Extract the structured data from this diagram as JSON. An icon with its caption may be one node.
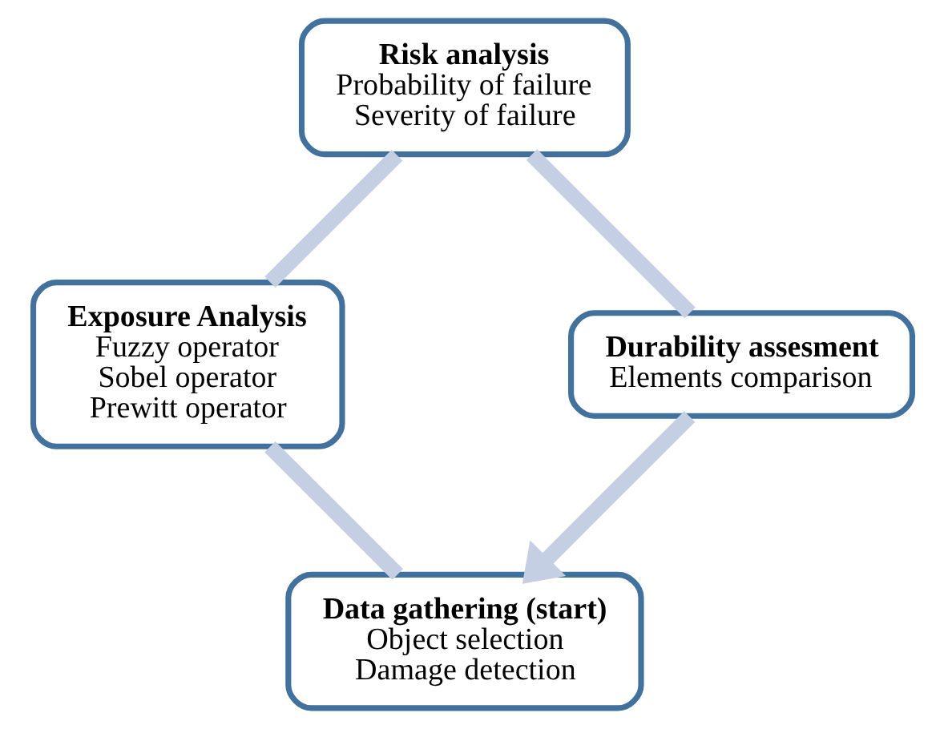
{
  "diagram": {
    "nodes": [
      {
        "text": [
          "Data gathering (start)",
          "Object selection",
          "Damage detection"
        ]
      },
      {
        "text": [
          "Exposure Analysis",
          "Fuzzy operator",
          "Sobel operator",
          "Prewitt operator"
        ]
      },
      {
        "text": [
          "Risk analysis",
          "Probability of failure",
          "Severity of failure"
        ]
      },
      {
        "text": [
          "Durability assesment",
          "Elements comparison"
        ]
      }
    ],
    "edges": [
      {
        "from": 0,
        "to": 1,
        "arrow": "none"
      },
      {
        "from": 1,
        "to": 2,
        "arrow": "none"
      },
      {
        "from": 2,
        "to": 3,
        "arrow": "none"
      },
      {
        "from": 3,
        "to": 0,
        "arrow": "to"
      }
    ]
  }
}
